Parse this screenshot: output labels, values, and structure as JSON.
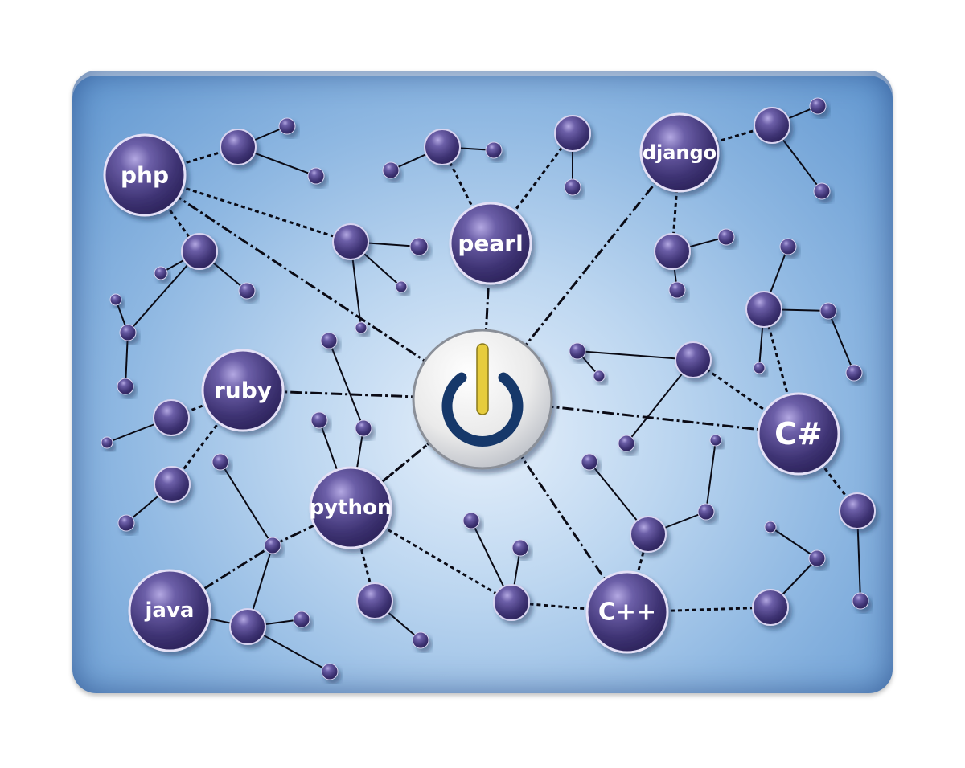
{
  "diagram": {
    "center_icon": "power-icon",
    "hubs": [
      {
        "id": "php",
        "label": "php"
      },
      {
        "id": "pearl",
        "label": "pearl"
      },
      {
        "id": "django",
        "label": "django"
      },
      {
        "id": "ruby",
        "label": "ruby"
      },
      {
        "id": "python",
        "label": "python"
      },
      {
        "id": "java",
        "label": "java"
      },
      {
        "id": "cpp",
        "label": "C++"
      },
      {
        "id": "csharp",
        "label": "C#"
      }
    ],
    "colors": {
      "node": "#4a3f80",
      "node_highlight": "#9a8fd0",
      "board_edge": "#5f95cf",
      "power_ring": "#17376b",
      "power_bar": "#e6cc3c"
    }
  }
}
